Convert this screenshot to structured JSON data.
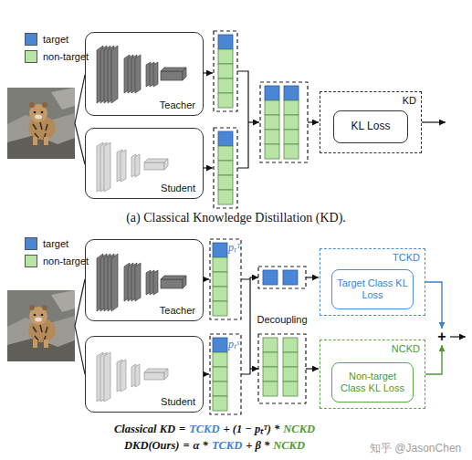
{
  "diagram": {
    "caption": "(a) Classical Knowledge Distillation (KD).",
    "nodes": [
      {
        "text": [
          "Teacher"
        ]
      },
      {
        "text": [
          "Student"
        ]
      },
      {
        "text": [
          "KD"
        ]
      },
      {
        "text": [
          "KL Loss"
        ],
        "in": 2
      },
      {
        "text": [
          "Teacher"
        ]
      },
      {
        "text": [
          "Student"
        ]
      },
      {
        "text": [
          "TCKD"
        ]
      },
      {
        "text": [
          "Target Class KL Loss"
        ],
        "in": 6
      },
      {
        "text": [
          "NCKD"
        ]
      },
      {
        "text": [
          "Non-target Class KL Loss"
        ],
        "in": 8
      },
      {
        "text": [
          "+"
        ]
      }
    ],
    "edges": [
      {
        "from": 6,
        "to": 10,
        "arrow": "to"
      },
      {
        "from": 8,
        "to": 10,
        "arrow": "to"
      }
    ],
    "labels": [
      "pₜᵀ",
      "pₜˢ",
      "Decoupling",
      "Classical KD",
      "=",
      "TCKD",
      "+ (1 − pₜᵀ) *",
      "NCKD",
      "DKD(Ours)",
      "=",
      "α *",
      "TCKD",
      "+ β *",
      "NCKD",
      "知乎 @JasonChen"
    ],
    "legend": [
      {
        "text": "target",
        "color": "#4a86d6"
      },
      {
        "text": "non-target",
        "color": "#b8e4a6"
      },
      {
        "text": "target",
        "color": "#4a86d6"
      },
      {
        "text": "non-target",
        "color": "#b8e4a6"
      }
    ]
  }
}
